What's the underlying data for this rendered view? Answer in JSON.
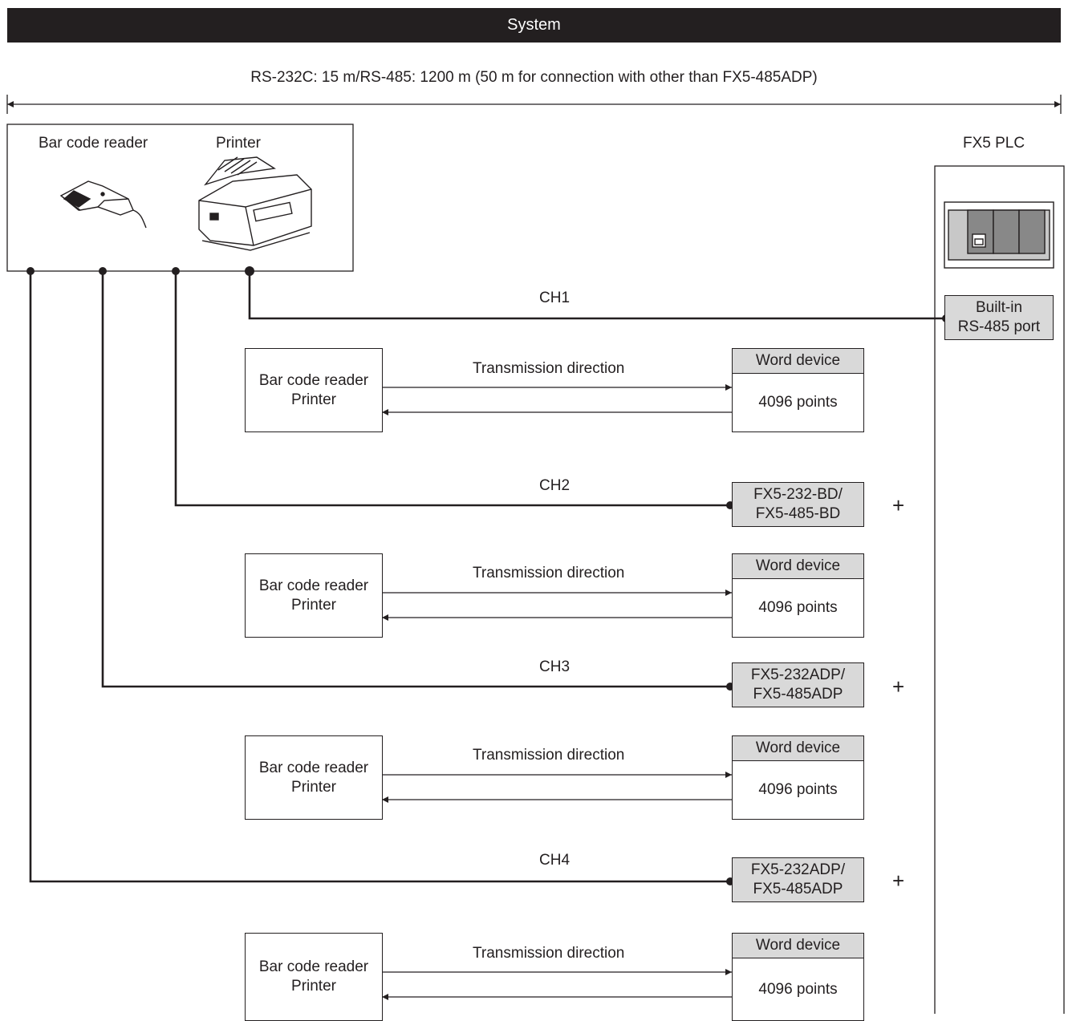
{
  "header": {
    "title": "System"
  },
  "distance_note": "RS-232C: 15 m/RS-485: 1200 m (50 m for connection with other than FX5-485ADP)",
  "peripherals": {
    "barcode_label": "Bar code reader",
    "printer_label": "Printer"
  },
  "plc": {
    "title": "FX5 PLC",
    "builtin_port": [
      "Built-in",
      "RS-485 port"
    ]
  },
  "channels": [
    {
      "label": "CH1",
      "module": null,
      "plus": ""
    },
    {
      "label": "CH2",
      "module": [
        "FX5-232-BD/",
        "FX5-485-BD"
      ],
      "plus": "+"
    },
    {
      "label": "CH3",
      "module": [
        "FX5-232ADP/",
        "FX5-485ADP"
      ],
      "plus": "+"
    },
    {
      "label": "CH4",
      "module": [
        "FX5-232ADP/",
        "FX5-485ADP"
      ],
      "plus": "+"
    }
  ],
  "transmission": {
    "device_lines": [
      "Bar code reader",
      "Printer"
    ],
    "direction_label": "Transmission direction",
    "word_device_header": "Word device",
    "word_device_points": "4096 points"
  }
}
